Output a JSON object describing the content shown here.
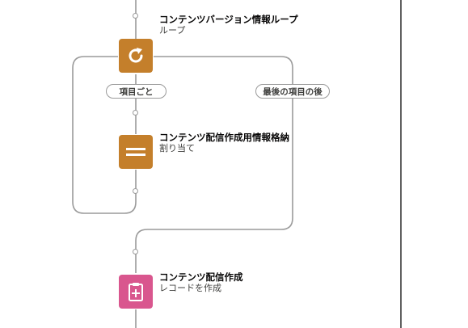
{
  "colors": {
    "loop_icon_bg": "#c47f2b",
    "assignment_icon_bg": "#c47f2b",
    "create_record_icon_bg": "#d9568e",
    "connector": "#9a9a9a"
  },
  "nodes": {
    "loop": {
      "title": "コンテンツバージョン情報ループ",
      "subtitle": "ループ",
      "icon": "loop-icon"
    },
    "assignment": {
      "title": "コンテンツ配信作成用情報格納",
      "subtitle": "割り当て",
      "icon": "assignment-icon"
    },
    "create_record": {
      "title": "コンテンツ配信作成",
      "subtitle": "レコードを作成",
      "icon": "create-record-icon"
    }
  },
  "loop_paths": {
    "for_each": "項目ごと",
    "after_last": "最後の項目の後"
  }
}
